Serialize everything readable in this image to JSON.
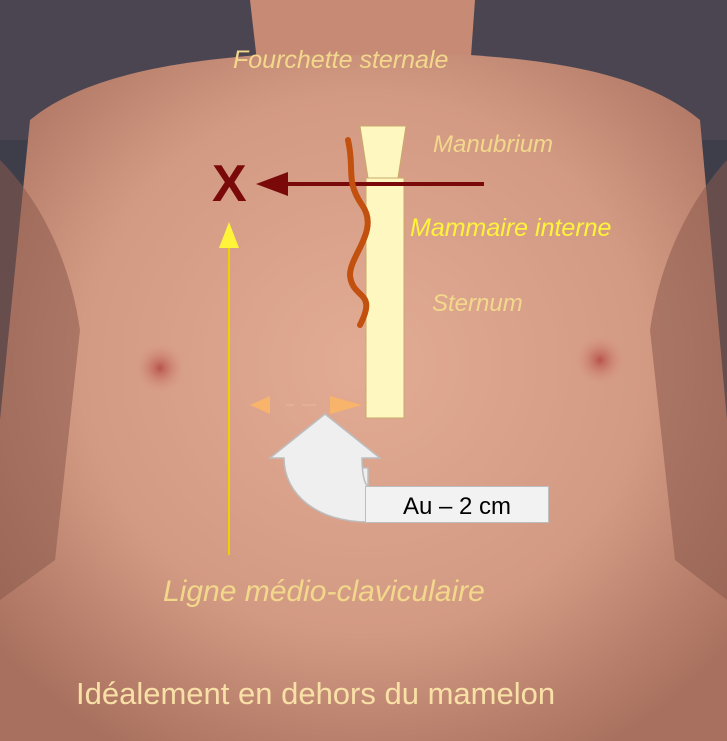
{
  "labels": {
    "fourchette": "Fourchette sternale",
    "manubrium": "Manubrium",
    "mammaire": "Mammaire interne",
    "sternum": "Sternum",
    "ligne": "Ligne médio-claviculaire",
    "ideal": "Idéalement en dehors du mamelon",
    "distance": "Au – 2 cm",
    "target_mark": "X"
  },
  "colors": {
    "background": "#3a3b47",
    "skin": "#d9a089",
    "sternum_fill": "#fff7c0",
    "artery": "#c2500f",
    "arrow_dark": "#7a0a0a",
    "midclavicular_line": "#f0d000",
    "label_text": "#f3d88c",
    "highlight_text": "#fff43a",
    "distance_arrows": "#f8b46a"
  }
}
